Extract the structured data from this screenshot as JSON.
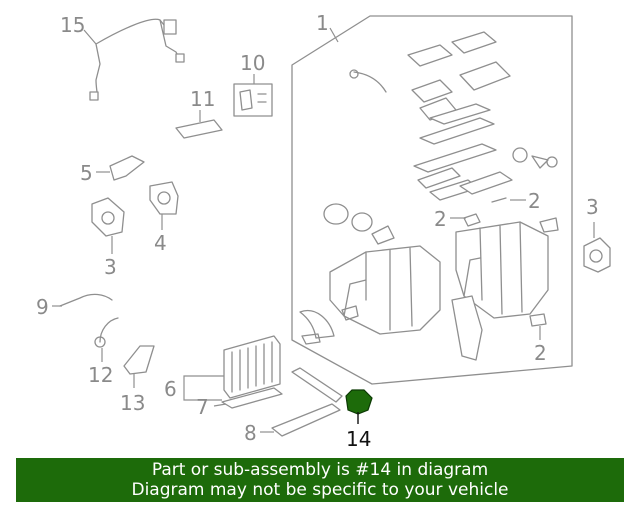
{
  "callouts": {
    "c1": "1",
    "c2a": "2",
    "c2b": "2",
    "c2c": "2",
    "c3a": "3",
    "c3b": "3",
    "c4": "4",
    "c5": "5",
    "c6": "6",
    "c7": "7",
    "c8": "8",
    "c9": "9",
    "c10": "10",
    "c11": "11",
    "c12": "12",
    "c13": "13",
    "c14": "14",
    "c15": "15"
  },
  "highlighted_part": "14",
  "colors": {
    "banner": "#1d6b0a",
    "highlight": "#1d6b0a",
    "parts": "#8f8f8f"
  },
  "banner": {
    "line1": "Part or sub-assembly is #14 in diagram",
    "line2": "Diagram may not be specific to your vehicle"
  }
}
